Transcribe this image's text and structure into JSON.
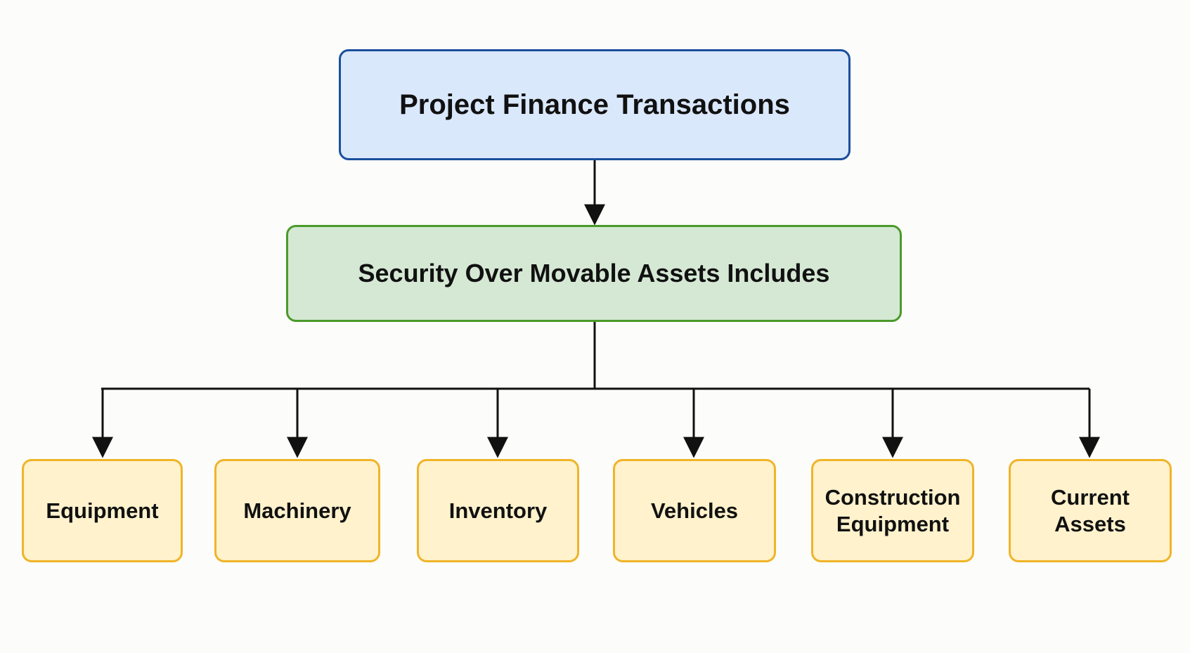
{
  "diagram": {
    "root": {
      "label": "Project Finance Transactions"
    },
    "middle": {
      "label": "Security Over Movable Assets Includes"
    },
    "leaves": [
      {
        "label": "Equipment"
      },
      {
        "label": "Machinery"
      },
      {
        "label": "Inventory"
      },
      {
        "label": "Vehicles"
      },
      {
        "label": "Construction Equipment"
      },
      {
        "label": "Current Assets"
      }
    ]
  },
  "colors": {
    "root_fill": "#dae8fc",
    "root_border": "#1b4f9c",
    "middle_fill": "#d5e8d4",
    "middle_border": "#4a9a2a",
    "leaf_fill": "#fff2cc",
    "leaf_border": "#f0b429",
    "connector": "#111111"
  }
}
